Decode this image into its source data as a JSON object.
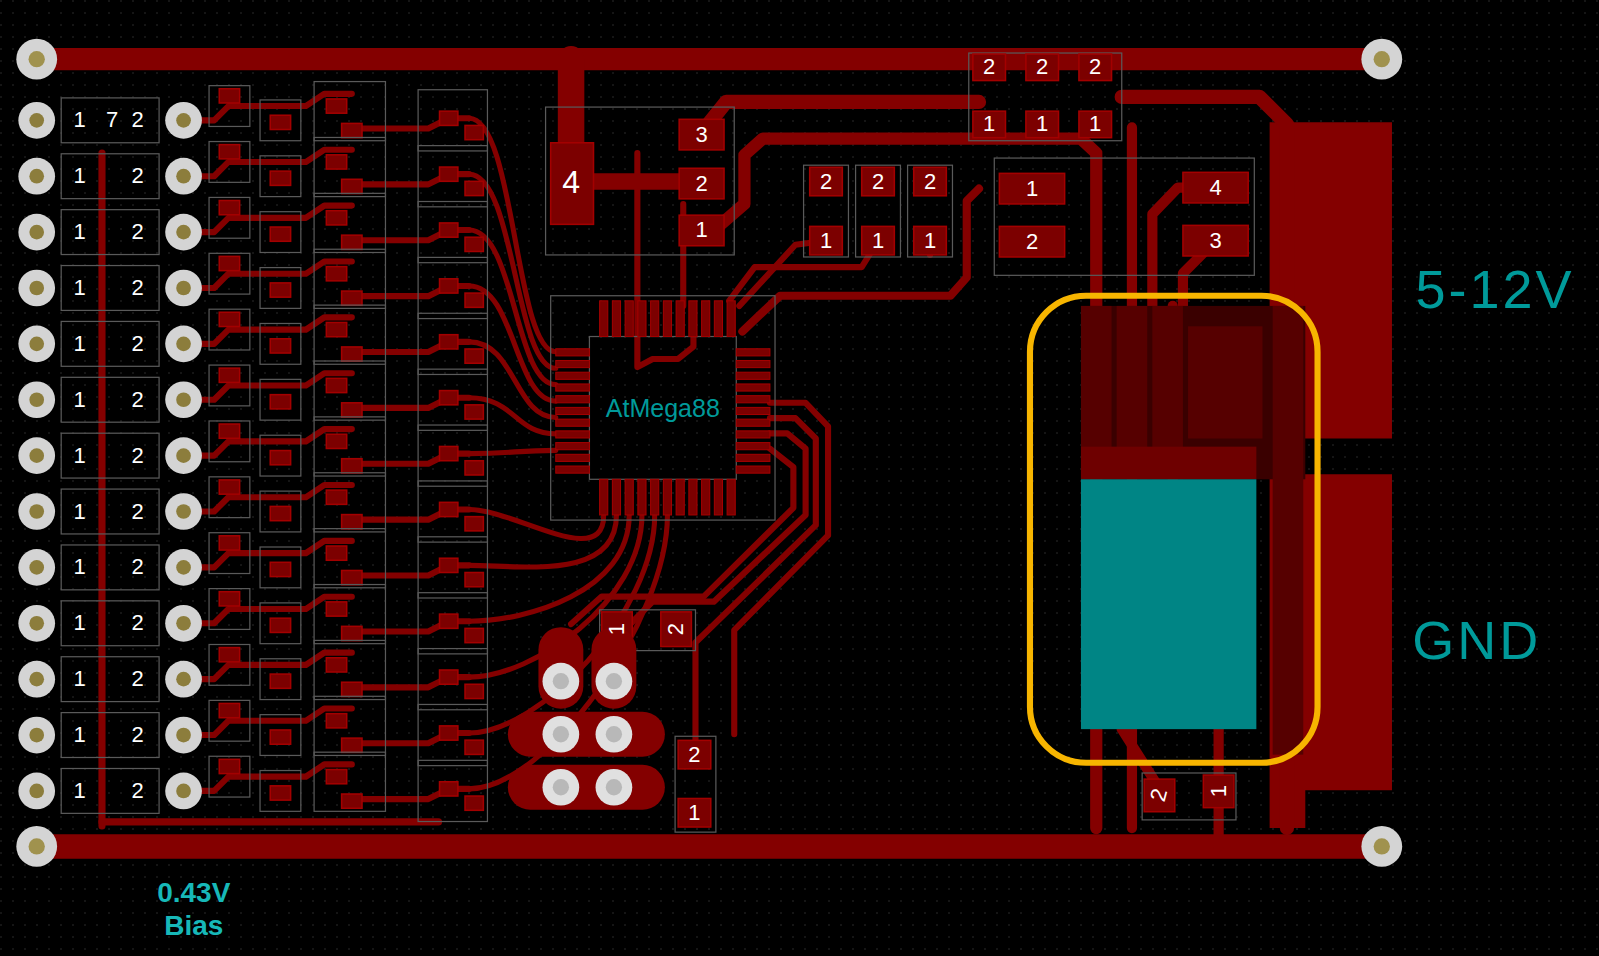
{
  "diagram": {
    "labels": [
      "2",
      "2",
      "2",
      "1",
      "1",
      "1",
      "3",
      "1",
      "7",
      "2",
      "4",
      "2",
      "2",
      "2",
      "2",
      "1",
      "4",
      "1",
      "2",
      "1",
      "2",
      "1",
      "2",
      "1",
      "2",
      "1",
      "2",
      "1",
      "2",
      "1",
      "2",
      "1",
      "2",
      "1",
      "2",
      "1",
      "2",
      "1",
      "2",
      "1",
      "2",
      "1",
      "1",
      "1",
      "1",
      "2",
      "3",
      "5-12V",
      "AtMega88",
      "1",
      "2",
      "GND",
      "2",
      "2",
      "1",
      "1",
      "0.43V Bias"
    ]
  }
}
